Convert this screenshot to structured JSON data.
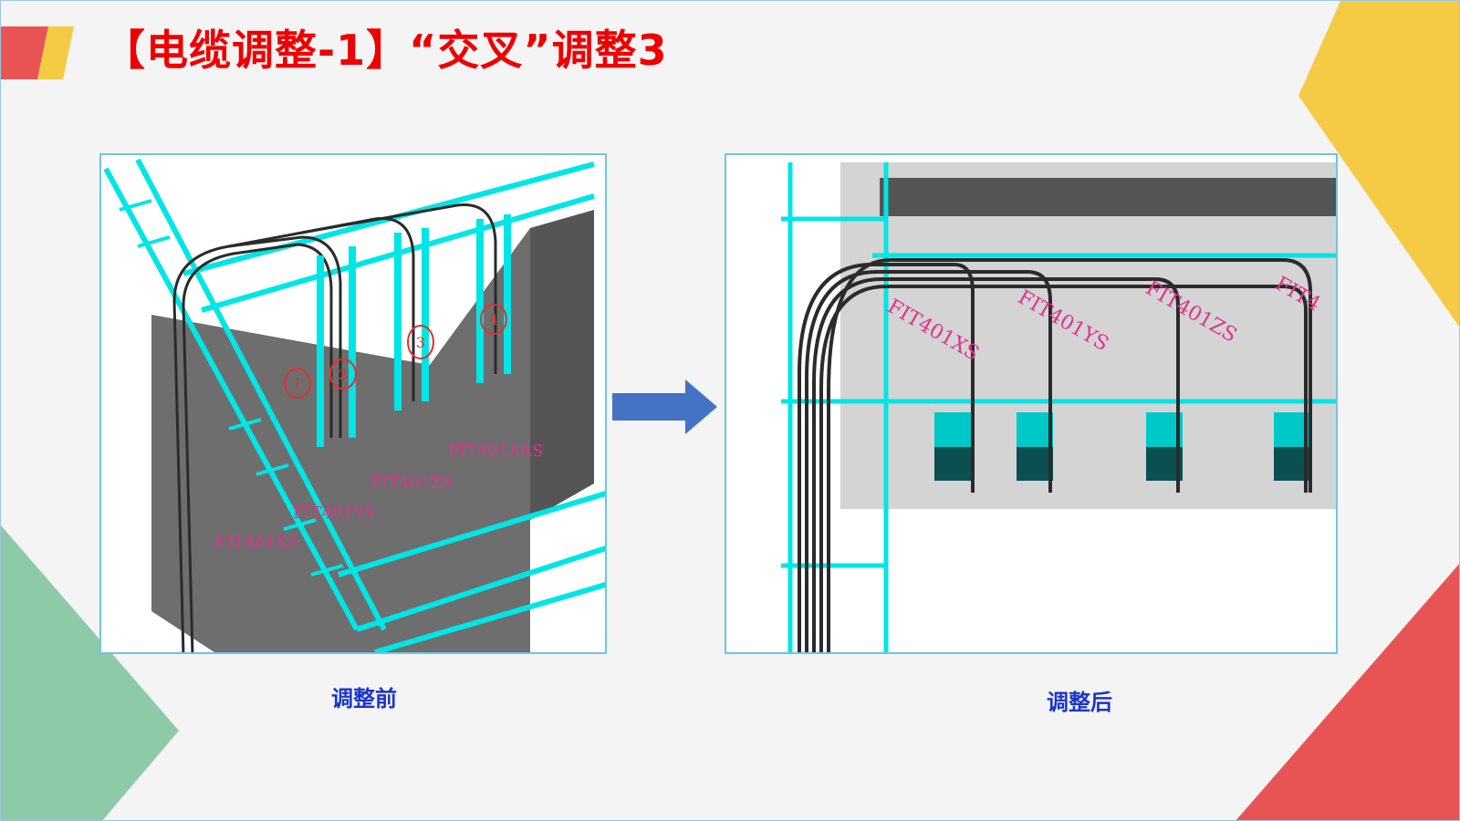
{
  "slide": {
    "title": "【电缆调整-1】“交叉”调整3",
    "before_caption": "调整前",
    "after_caption": "调整后",
    "colors": {
      "title": "#ee0000",
      "caption": "#1b35c8",
      "arrow": "#4472c4",
      "tray": "#00e5e5",
      "red_deco": "#e85454",
      "yellow_deco": "#f5cb45",
      "green_deco": "#8ecaa8"
    }
  },
  "before_image": {
    "markers": [
      "1",
      "2",
      "3",
      "4"
    ],
    "tags": [
      "FIT401AAS",
      "FIT401ZS",
      "FIT401YS",
      "FIT401XS"
    ]
  },
  "after_image": {
    "tags": [
      "FIT401XS",
      "FIT401YS",
      "FIT401ZS",
      "FIT4"
    ]
  }
}
